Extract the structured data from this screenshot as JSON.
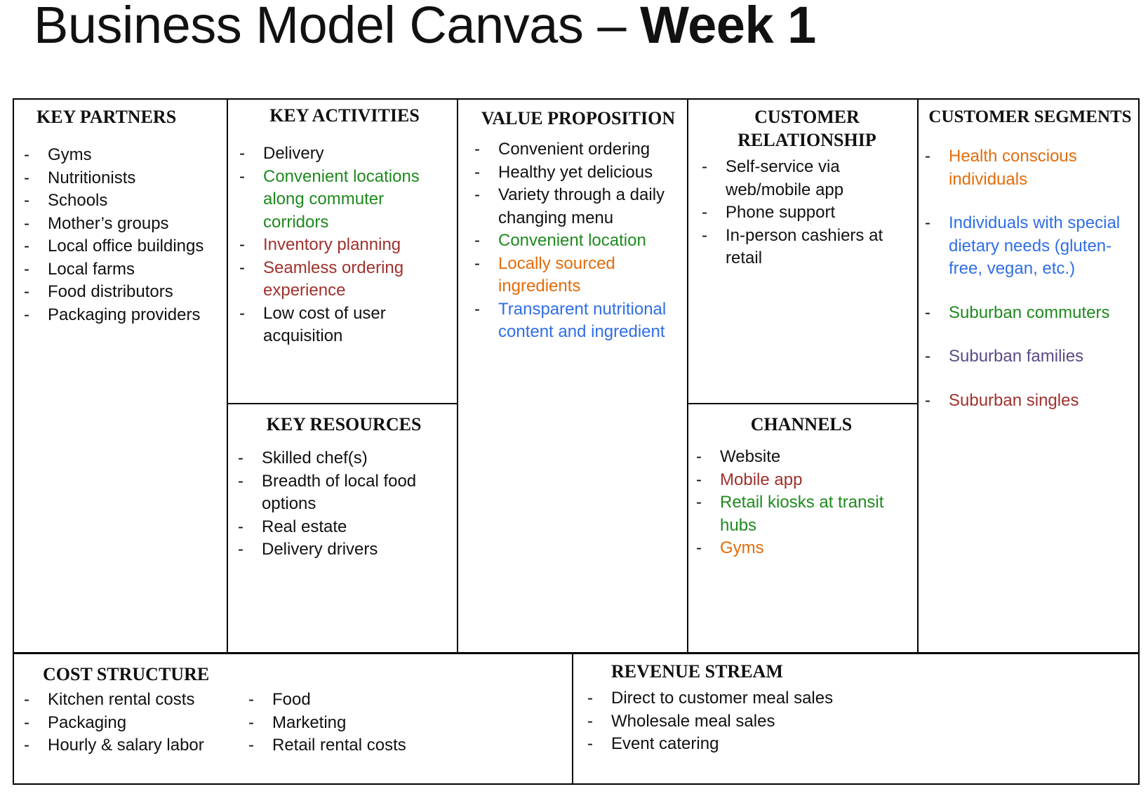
{
  "title": {
    "regular": "Business Model Canvas – ",
    "bold": "Week 1"
  },
  "colors": {
    "black": "#111111",
    "green": "#1e8a1e",
    "dark_red": "#a0312d",
    "orange": "#e36c0a",
    "blue": "#2f6ee8",
    "purple": "#5a4a86"
  },
  "key_partners": {
    "heading": "KEY PARTNERS",
    "items": [
      {
        "text": "Gyms",
        "color": "#111111"
      },
      {
        "text": "Nutritionists",
        "color": "#111111"
      },
      {
        "text": "Schools",
        "color": "#111111"
      },
      {
        "text": "Mother’s groups",
        "color": "#111111"
      },
      {
        "text": "Local office buildings",
        "color": "#111111"
      },
      {
        "text": "Local farms",
        "color": "#111111"
      },
      {
        "text": "Food distributors",
        "color": "#111111"
      },
      {
        "text": "Packaging providers",
        "color": "#111111"
      }
    ]
  },
  "key_activities": {
    "heading": "KEY ACTIVITIES",
    "items": [
      {
        "text": "Delivery",
        "color": "#111111"
      },
      {
        "text": "Convenient locations along commuter corridors",
        "color": "#1e8a1e"
      },
      {
        "text": "Inventory planning",
        "color": "#a0312d"
      },
      {
        "text": "Seamless ordering experience",
        "color": "#a0312d"
      },
      {
        "text": "Low cost of user acquisition",
        "color": "#111111"
      }
    ]
  },
  "key_resources": {
    "heading": "KEY RESOURCES",
    "items": [
      {
        "text": "Skilled chef(s)",
        "color": "#111111"
      },
      {
        "text": "Breadth of local food options",
        "color": "#111111"
      },
      {
        "text": "Real estate",
        "color": "#111111"
      },
      {
        "text": "Delivery drivers",
        "color": "#111111"
      }
    ]
  },
  "value_proposition": {
    "heading": "VALUE PROPOSITION",
    "items": [
      {
        "text": "Convenient ordering",
        "color": "#111111"
      },
      {
        "text": "Healthy yet delicious",
        "color": "#111111"
      },
      {
        "text": "Variety through a daily changing menu",
        "color": "#111111"
      },
      {
        "text": "Convenient location",
        "color": "#1e8a1e"
      },
      {
        "text": "Locally sourced ingredients",
        "color": "#e36c0a"
      },
      {
        "text": "Transparent nutritional content and ingredient",
        "color": "#2f6ee8"
      }
    ]
  },
  "customer_relationship": {
    "heading": "CUSTOMER RELATIONSHIP",
    "items": [
      {
        "text": "Self-service via web/mobile app",
        "color": "#111111"
      },
      {
        "text": "Phone support",
        "color": "#111111"
      },
      {
        "text": "In-person cashiers at retail",
        "color": "#111111"
      }
    ]
  },
  "channels": {
    "heading": "CHANNELS",
    "items": [
      {
        "text": "Website",
        "color": "#111111"
      },
      {
        "text": "Mobile app",
        "color": "#a0312d"
      },
      {
        "text": "Retail kiosks at transit hubs",
        "color": "#1e8a1e"
      },
      {
        "text": "Gyms",
        "color": "#e36c0a"
      }
    ]
  },
  "customer_segments": {
    "heading": "CUSTOMER SEGMENTS",
    "items": [
      {
        "text": "Health conscious individuals",
        "color": "#e36c0a"
      },
      {
        "text": "Individuals with special dietary needs (gluten-free, vegan, etc.)",
        "color": "#2f6ee8"
      },
      {
        "text": "Suburban commuters",
        "color": "#1e8a1e"
      },
      {
        "text": "Suburban families",
        "color": "#5a4a86"
      },
      {
        "text": "Suburban singles",
        "color": "#a0312d"
      }
    ]
  },
  "cost_structure": {
    "heading": "COST STRUCTURE",
    "column_1": [
      {
        "text": "Kitchen rental costs",
        "color": "#111111"
      },
      {
        "text": "Packaging",
        "color": "#111111"
      },
      {
        "text": "Hourly & salary labor",
        "color": "#111111"
      }
    ],
    "column_2": [
      {
        "text": "Food",
        "color": "#111111"
      },
      {
        "text": "Marketing",
        "color": "#111111"
      },
      {
        "text": "Retail rental costs",
        "color": "#111111"
      }
    ]
  },
  "revenue_stream": {
    "heading": "REVENUE STREAM",
    "items": [
      {
        "text": "Direct to customer meal sales",
        "color": "#111111"
      },
      {
        "text": "Wholesale meal sales",
        "color": "#111111"
      },
      {
        "text": "Event catering",
        "color": "#111111"
      }
    ]
  }
}
